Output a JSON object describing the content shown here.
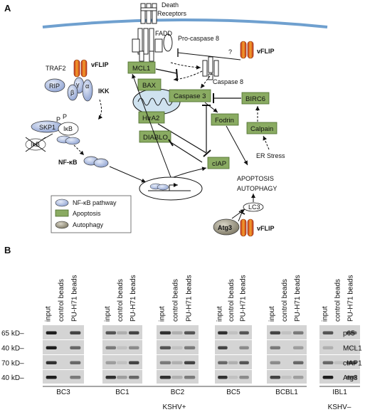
{
  "panel_a": {
    "label": "A",
    "receptor": {
      "line1": "Death",
      "line2": "Receptors"
    },
    "fadd": "FADD",
    "procaspase": "Pro-caspase 8",
    "question": "?",
    "vflip": "vFLIP",
    "caspase8": "Caspase 8",
    "traf2": "TRAF2",
    "rip": "RIP",
    "ikk": "IKK",
    "gamma": "γ",
    "alpha": "α",
    "beta": "β",
    "skp1": "SKP1",
    "ikb": "IκB",
    "p": "P",
    "nfkb": "NF-κB",
    "boxes": {
      "mcl1": "MCL1",
      "bax": "BAX",
      "caspase3": "Caspase 3",
      "birc6": "BIRC6",
      "htra2": "HtrA2",
      "fodrin": "Fodrin",
      "diablo": "DIABLO",
      "calpain": "Calpain",
      "ciap": "cIAP"
    },
    "er_stress": "ER Stress",
    "apoptosis": "APOPTOSIS",
    "autophagy": "AUTOPHAGY",
    "lc3": "LC3",
    "atg3": "Atg3",
    "legend": [
      "NF-κB pathway",
      "Apoptosis",
      "Autophagy"
    ],
    "colors": {
      "membrane": "#6fa0cf",
      "vflip_red": "#c8361f",
      "vflip_orange": "#f1a02a",
      "green": "#8aab62",
      "blue_oval": "#b3c4e6",
      "autophagy": "#9c9680"
    }
  },
  "panel_b": {
    "label": "B",
    "cols": [
      "input",
      "control beads",
      "PU-H71 beads"
    ],
    "cells": [
      "BC3",
      "BC1",
      "BC2",
      "BC5",
      "BCBL1",
      "IBL1"
    ],
    "kd": [
      "65 kD–",
      "40 kD–",
      "70 kD–",
      "40 kD–"
    ],
    "proteins": [
      "p65",
      "MCL1",
      "cIAP1",
      "Atg3"
    ],
    "kshv_pos": "KSHV+",
    "kshv_neg": "KSHV–"
  }
}
